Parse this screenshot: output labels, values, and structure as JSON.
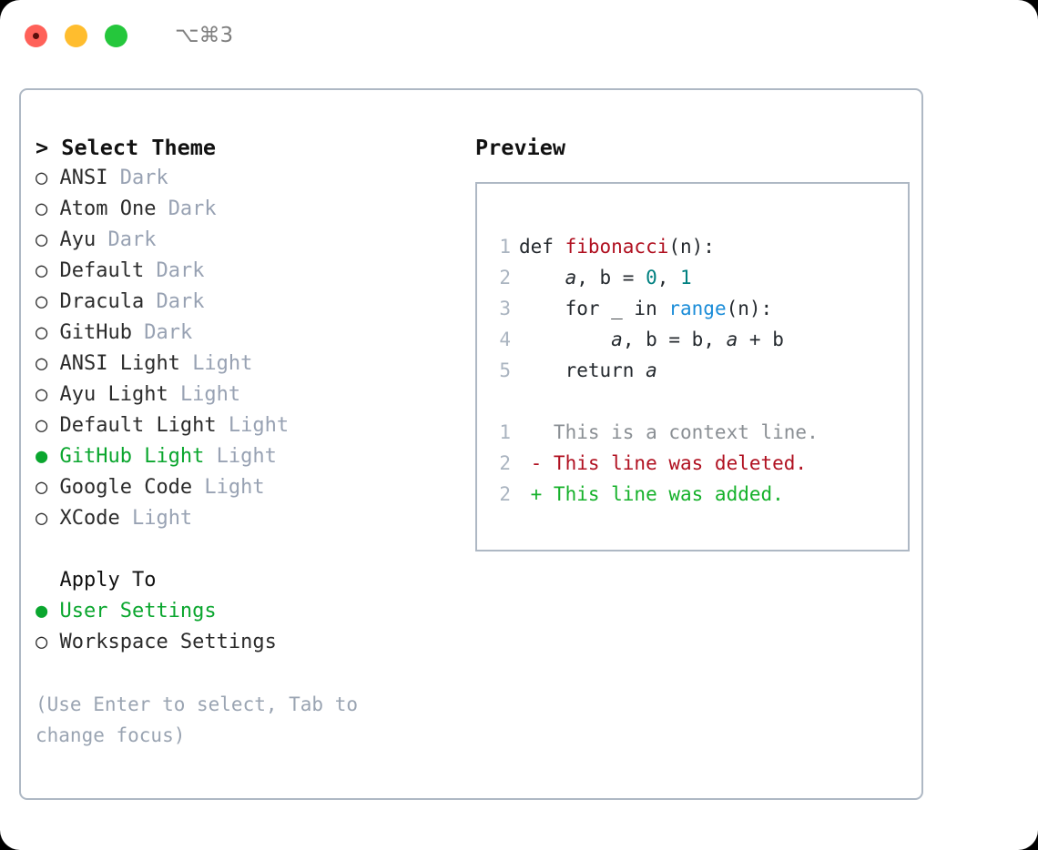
{
  "titlebar": {
    "shortcut": "⌥⌘3",
    "lights": [
      "close",
      "minimize",
      "zoom"
    ]
  },
  "theme_panel": {
    "header": "> Select Theme",
    "items": [
      {
        "marker": "○",
        "label": "ANSI",
        "tag": "Dark",
        "selected": false
      },
      {
        "marker": "○",
        "label": "Atom One",
        "tag": "Dark",
        "selected": false
      },
      {
        "marker": "○",
        "label": "Ayu",
        "tag": "Dark",
        "selected": false
      },
      {
        "marker": "○",
        "label": "Default",
        "tag": "Dark",
        "selected": false
      },
      {
        "marker": "○",
        "label": "Dracula",
        "tag": "Dark",
        "selected": false
      },
      {
        "marker": "○",
        "label": "GitHub",
        "tag": "Dark",
        "selected": false
      },
      {
        "marker": "○",
        "label": "ANSI Light",
        "tag": "Light",
        "selected": false
      },
      {
        "marker": "○",
        "label": "Ayu Light",
        "tag": "Light",
        "selected": false
      },
      {
        "marker": "○",
        "label": "Default Light",
        "tag": "Light",
        "selected": false
      },
      {
        "marker": "●",
        "label": "GitHub Light",
        "tag": "Light",
        "selected": true
      },
      {
        "marker": "○",
        "label": "Google Code",
        "tag": "Light",
        "selected": false
      },
      {
        "marker": "○",
        "label": "XCode",
        "tag": "Light",
        "selected": false
      }
    ],
    "apply_to": {
      "header": "Apply To",
      "options": [
        {
          "marker": "●",
          "label": "User Settings",
          "selected": true
        },
        {
          "marker": "○",
          "label": "Workspace Settings",
          "selected": false
        }
      ]
    },
    "hint": "(Use Enter to select, Tab to change focus)"
  },
  "preview": {
    "title": "Preview",
    "code_lines": [
      {
        "num": "1",
        "segments": [
          {
            "text": "def ",
            "style": "plain"
          },
          {
            "text": "fibonacci",
            "style": "fn"
          },
          {
            "text": "(n):",
            "style": "plain"
          }
        ]
      },
      {
        "num": "2",
        "segments": [
          {
            "text": "    ",
            "style": "plain"
          },
          {
            "text": "a",
            "style": "var"
          },
          {
            "text": ", b = ",
            "style": "plain"
          },
          {
            "text": "0",
            "style": "num"
          },
          {
            "text": ", ",
            "style": "plain"
          },
          {
            "text": "1",
            "style": "num"
          }
        ]
      },
      {
        "num": "3",
        "segments": [
          {
            "text": "    for _ in ",
            "style": "plain"
          },
          {
            "text": "range",
            "style": "kw"
          },
          {
            "text": "(n):",
            "style": "plain"
          }
        ]
      },
      {
        "num": "4",
        "segments": [
          {
            "text": "        ",
            "style": "plain"
          },
          {
            "text": "a",
            "style": "var"
          },
          {
            "text": ", b = b, ",
            "style": "plain"
          },
          {
            "text": "a",
            "style": "var"
          },
          {
            "text": " + b",
            "style": "plain"
          }
        ]
      },
      {
        "num": "5",
        "segments": [
          {
            "text": "    return ",
            "style": "plain"
          },
          {
            "text": "a",
            "style": "var"
          }
        ]
      }
    ],
    "diff_lines": [
      {
        "num": "1",
        "sign": " ",
        "text": "This is a context line.",
        "kind": "context"
      },
      {
        "num": "2",
        "sign": "-",
        "text": "This line was deleted.",
        "kind": "deleted"
      },
      {
        "num": "2",
        "sign": "+",
        "text": "This line was added.",
        "kind": "added"
      }
    ]
  },
  "colors": {
    "accent_green": "#0aa62e",
    "muted": "#98a2b3",
    "border": "#aeb8c4",
    "diff_add": "#15b12a",
    "diff_del": "#b01020",
    "token_fn": "#b01020",
    "token_num": "#008080",
    "token_kw": "#1a8cd8"
  }
}
